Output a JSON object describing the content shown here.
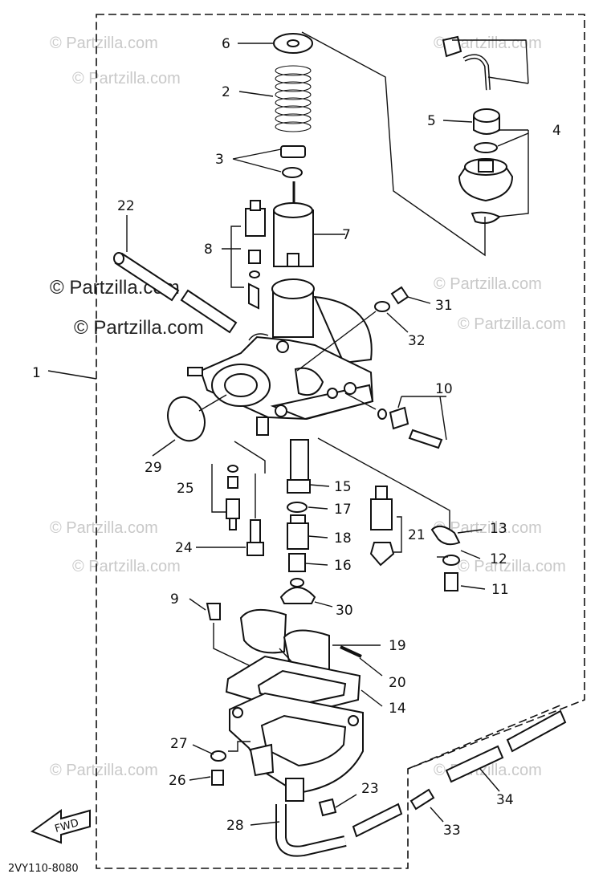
{
  "watermark": {
    "text": "© Partzilla.com",
    "feature_text": "© Partzilla.com"
  },
  "diagram_code": "2VY110-8080",
  "fwd_label": "FWD",
  "callouts": [
    {
      "id": "c1",
      "text": "1"
    },
    {
      "id": "c2",
      "text": "2"
    },
    {
      "id": "c3",
      "text": "3"
    },
    {
      "id": "c4",
      "text": "4"
    },
    {
      "id": "c5",
      "text": "5"
    },
    {
      "id": "c6",
      "text": "6"
    },
    {
      "id": "c7",
      "text": "7"
    },
    {
      "id": "c8",
      "text": "8"
    },
    {
      "id": "c9",
      "text": "9"
    },
    {
      "id": "c10",
      "text": "10"
    },
    {
      "id": "c11",
      "text": "11"
    },
    {
      "id": "c12",
      "text": "12"
    },
    {
      "id": "c13",
      "text": "13"
    },
    {
      "id": "c14",
      "text": "14"
    },
    {
      "id": "c15",
      "text": "15"
    },
    {
      "id": "c16",
      "text": "16"
    },
    {
      "id": "c17",
      "text": "17"
    },
    {
      "id": "c18",
      "text": "18"
    },
    {
      "id": "c19",
      "text": "19"
    },
    {
      "id": "c20",
      "text": "20"
    },
    {
      "id": "c21",
      "text": "21"
    },
    {
      "id": "c22",
      "text": "22"
    },
    {
      "id": "c23",
      "text": "23"
    },
    {
      "id": "c24",
      "text": "24"
    },
    {
      "id": "c25",
      "text": "25"
    },
    {
      "id": "c26",
      "text": "26"
    },
    {
      "id": "c27",
      "text": "27"
    },
    {
      "id": "c28",
      "text": "28"
    },
    {
      "id": "c29",
      "text": "29"
    },
    {
      "id": "c30",
      "text": "30"
    },
    {
      "id": "c31",
      "text": "31"
    },
    {
      "id": "c32",
      "text": "32"
    },
    {
      "id": "c33",
      "text": "33"
    },
    {
      "id": "c34",
      "text": "34"
    }
  ]
}
